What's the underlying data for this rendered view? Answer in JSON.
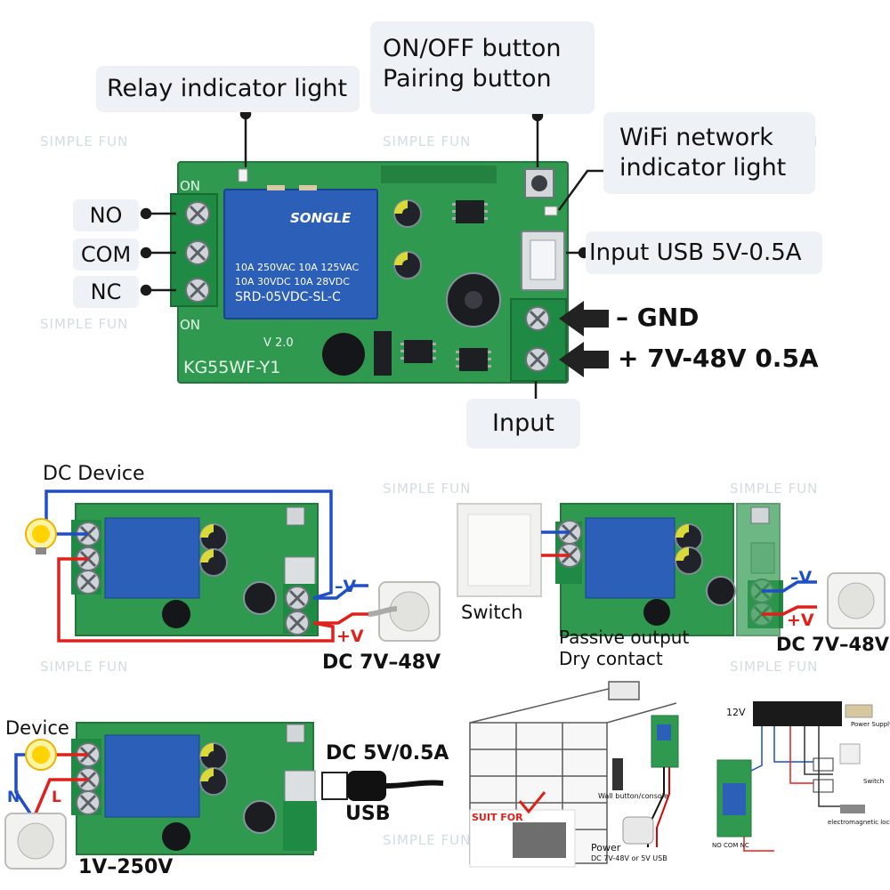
{
  "watermark": "SIMPLE FUN",
  "colors": {
    "pcb": "#2f9a4f",
    "terminal": "#1f8a43",
    "relay": "#2b5fb8",
    "wire_red": "#e0201b",
    "wire_blue": "#1f4fc4",
    "callout_bg": "#eef2f6"
  },
  "top": {
    "relay_indicator": "Relay indicator light",
    "onoff_button": "ON/OFF button",
    "pairing_button": "Pairing button",
    "wifi_indicator_1": "WiFi network",
    "wifi_indicator_2": "indicator light",
    "terminals": [
      "NO",
      "COM",
      "NC"
    ],
    "usb_input": "Input USB 5V-0.5A",
    "gnd": "– GND",
    "vplus": "+ 7V-48V 0.5A",
    "input": "Input",
    "board": {
      "on_label": "ON",
      "relay_brand": "SONGLE",
      "relay_line1": "10A 250VAC  10A 125VAC",
      "relay_line2": "10A  30VDC  10A  28VDC",
      "relay_model": "SRD-05VDC-SL-C",
      "version": "V 2.0",
      "model": "KG55WF-Y1"
    }
  },
  "panel_dc": {
    "title": "DC Device",
    "minus": "–V",
    "plus": "+V",
    "voltage": "DC 7V–48V"
  },
  "panel_switch": {
    "switch": "Switch",
    "note1": "Passive output",
    "note2": "Dry contact",
    "minus": "–V",
    "plus": "+V",
    "voltage": "DC 7V–48V"
  },
  "panel_ac": {
    "device": "Device",
    "n": "N",
    "l": "L",
    "voltage": "1V–250V",
    "dc": "DC 5V/0.5A",
    "usb": "USB"
  },
  "panel_garage": {
    "console": "Wall button/console",
    "suit": "SUIT FOR",
    "power": "Power",
    "power_spec": "DC 7V-48V or 5V USB"
  },
  "panel_lock": {
    "v12": "12V",
    "power_supply": "Power Supply",
    "switch": "Switch",
    "lock": "electromagnetic lock",
    "terminals": "NO  COM  NC"
  }
}
